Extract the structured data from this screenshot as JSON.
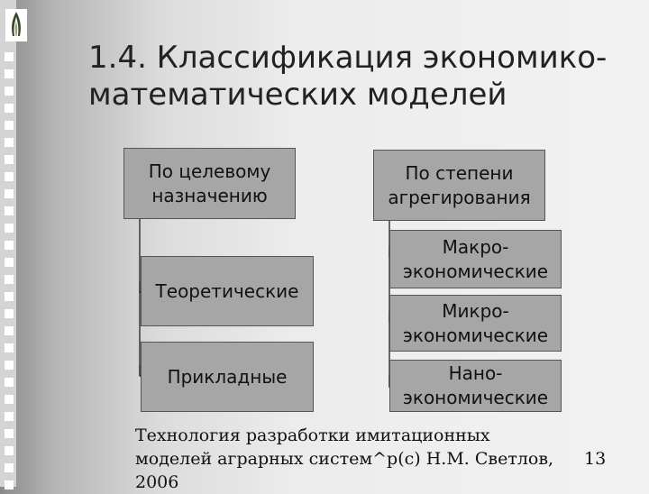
{
  "slide": {
    "title": "1.4. Классификация экономико-математических моделей",
    "page_number": "13",
    "footer": "Технология разработки имитационных моделей аграрных систем^p(c) Н.М. Светлов, 2006"
  },
  "diagram": {
    "left_root": "По целевому назначению",
    "left_children": [
      "Теоретические",
      "Прикладные"
    ],
    "right_root": "По степени агрегирования",
    "right_children": [
      "Макро-экономические",
      "Микро-экономические",
      "Нано-экономические"
    ]
  },
  "colors": {
    "box_fill": "#a6a6a6",
    "box_border": "#555555",
    "strip_square": "#ffffff"
  }
}
